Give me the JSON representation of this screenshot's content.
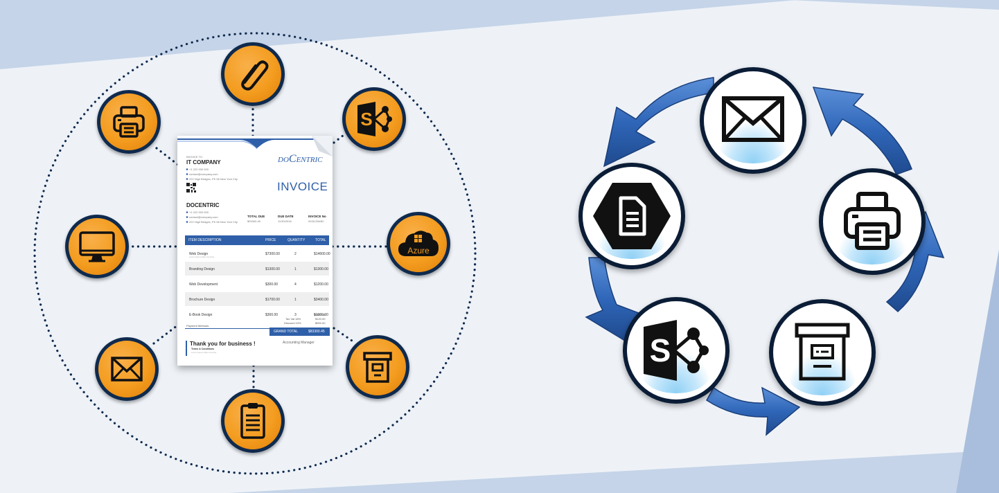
{
  "colors": {
    "hub_orange": "#f39c1f",
    "hub_border": "#0f2a4d",
    "arrow_blue": "#2f66b8",
    "invoice_blue": "#2e5fa8",
    "background_light": "#eef2f7",
    "background_band": "#c5d4e8"
  },
  "hub_icons": [
    "paperclip-icon",
    "sharepoint-icon",
    "azure-cloud-icon",
    "archive-box-icon",
    "clipboard-icon",
    "envelope-icon",
    "monitor-icon",
    "printer-icon"
  ],
  "cycle_icons": [
    "envelope-icon",
    "printer-icon",
    "archive-box-icon",
    "sharepoint-icon",
    "document-hexagon-icon"
  ],
  "azure_label": "Azure",
  "invoice": {
    "invoice_to": "INVOICE TO",
    "company": "IT COMPANY",
    "contact_lines": [
      "+1 222 000 000",
      "contact@company.com",
      "222 High Bridges, PK 56 New York City"
    ],
    "logo_prefix": "DO",
    "logo_c": "C",
    "logo_suffix": "ENTRIC",
    "title": "INVOICE",
    "from_name": "DOCENTRIC",
    "from_lines": [
      "+1 222 000 000",
      "contact@company.com",
      "222 High Bridges, PK 56 New York City"
    ],
    "total_due_label": "TOTAL DUE",
    "total_due_value": "$93300.45",
    "due_date_label": "DUE DATE",
    "due_date_value": "11/30/2018",
    "invoice_no_label": "INVOICE No",
    "invoice_no_value": "00311254BC",
    "columns": [
      "ITEM DESCRIPTION",
      "PRICE",
      "QUANTITY",
      "TOTAL"
    ],
    "items": [
      {
        "desc": "Web Design",
        "price": "$7300.00",
        "qty": "2",
        "total": "$14600.00"
      },
      {
        "desc": "Branding Design",
        "price": "$1300.00",
        "qty": "1",
        "total": "$1300.00"
      },
      {
        "desc": "Web Development",
        "price": "$300.00",
        "qty": "4",
        "total": "$1200.00"
      },
      {
        "desc": "Brochure Design",
        "price": "$1700.00",
        "qty": "1",
        "total": "$3400.00"
      },
      {
        "desc": "E-Book Design",
        "price": "$300.00",
        "qty": "3",
        "total": "$1000.00"
      }
    ],
    "subtotal_value": "$9600.00",
    "tax_label": "Tax Vat 18%",
    "tax_value": "$120.00",
    "discount_label": "Discount 10%",
    "discount_value": "$900.00",
    "payment_methods": "Payment Methods",
    "grand_total_label": "GRAND TOTAL",
    "grand_total_value": "$83300.45",
    "thanks": "Thank you for business !",
    "terms_label": "Terms & Conditions",
    "signature_label": "Accounting Manager"
  }
}
